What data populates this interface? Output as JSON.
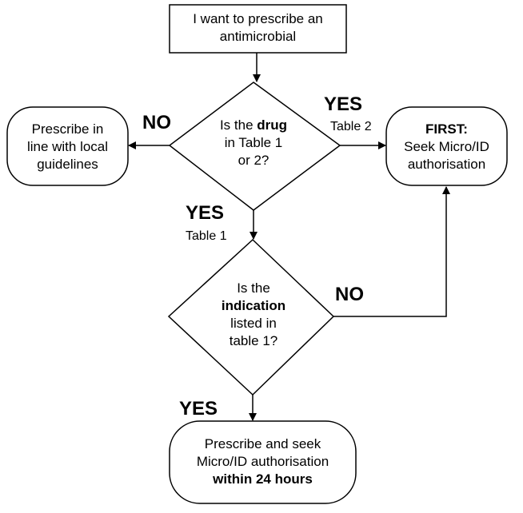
{
  "start": {
    "line1": "I want to prescribe an",
    "line2": "antimicrobial"
  },
  "decision1": {
    "line1_pre": "Is the ",
    "line1_bold": "drug",
    "line2": "in Table 1",
    "line3": "or 2?"
  },
  "left_box": {
    "line1": "Prescribe in",
    "line2": "line with local",
    "line3": "guidelines"
  },
  "right_box": {
    "line1_bold": "FIRST:",
    "line2": "Seek Micro/ID",
    "line3": "authorisation"
  },
  "decision2": {
    "line1": "Is the",
    "line2_bold": "indication",
    "line3": "listed in",
    "line4": "table 1?"
  },
  "end_box": {
    "line1": "Prescribe and seek",
    "line2": "Micro/ID authorisation",
    "line3_bold": "within 24 hours"
  },
  "labels": {
    "no_left": "NO",
    "yes_right": "YES",
    "table2": "Table 2",
    "yes_down1": "YES",
    "table1": "Table 1",
    "no_right": "NO",
    "yes_down2": "YES"
  }
}
